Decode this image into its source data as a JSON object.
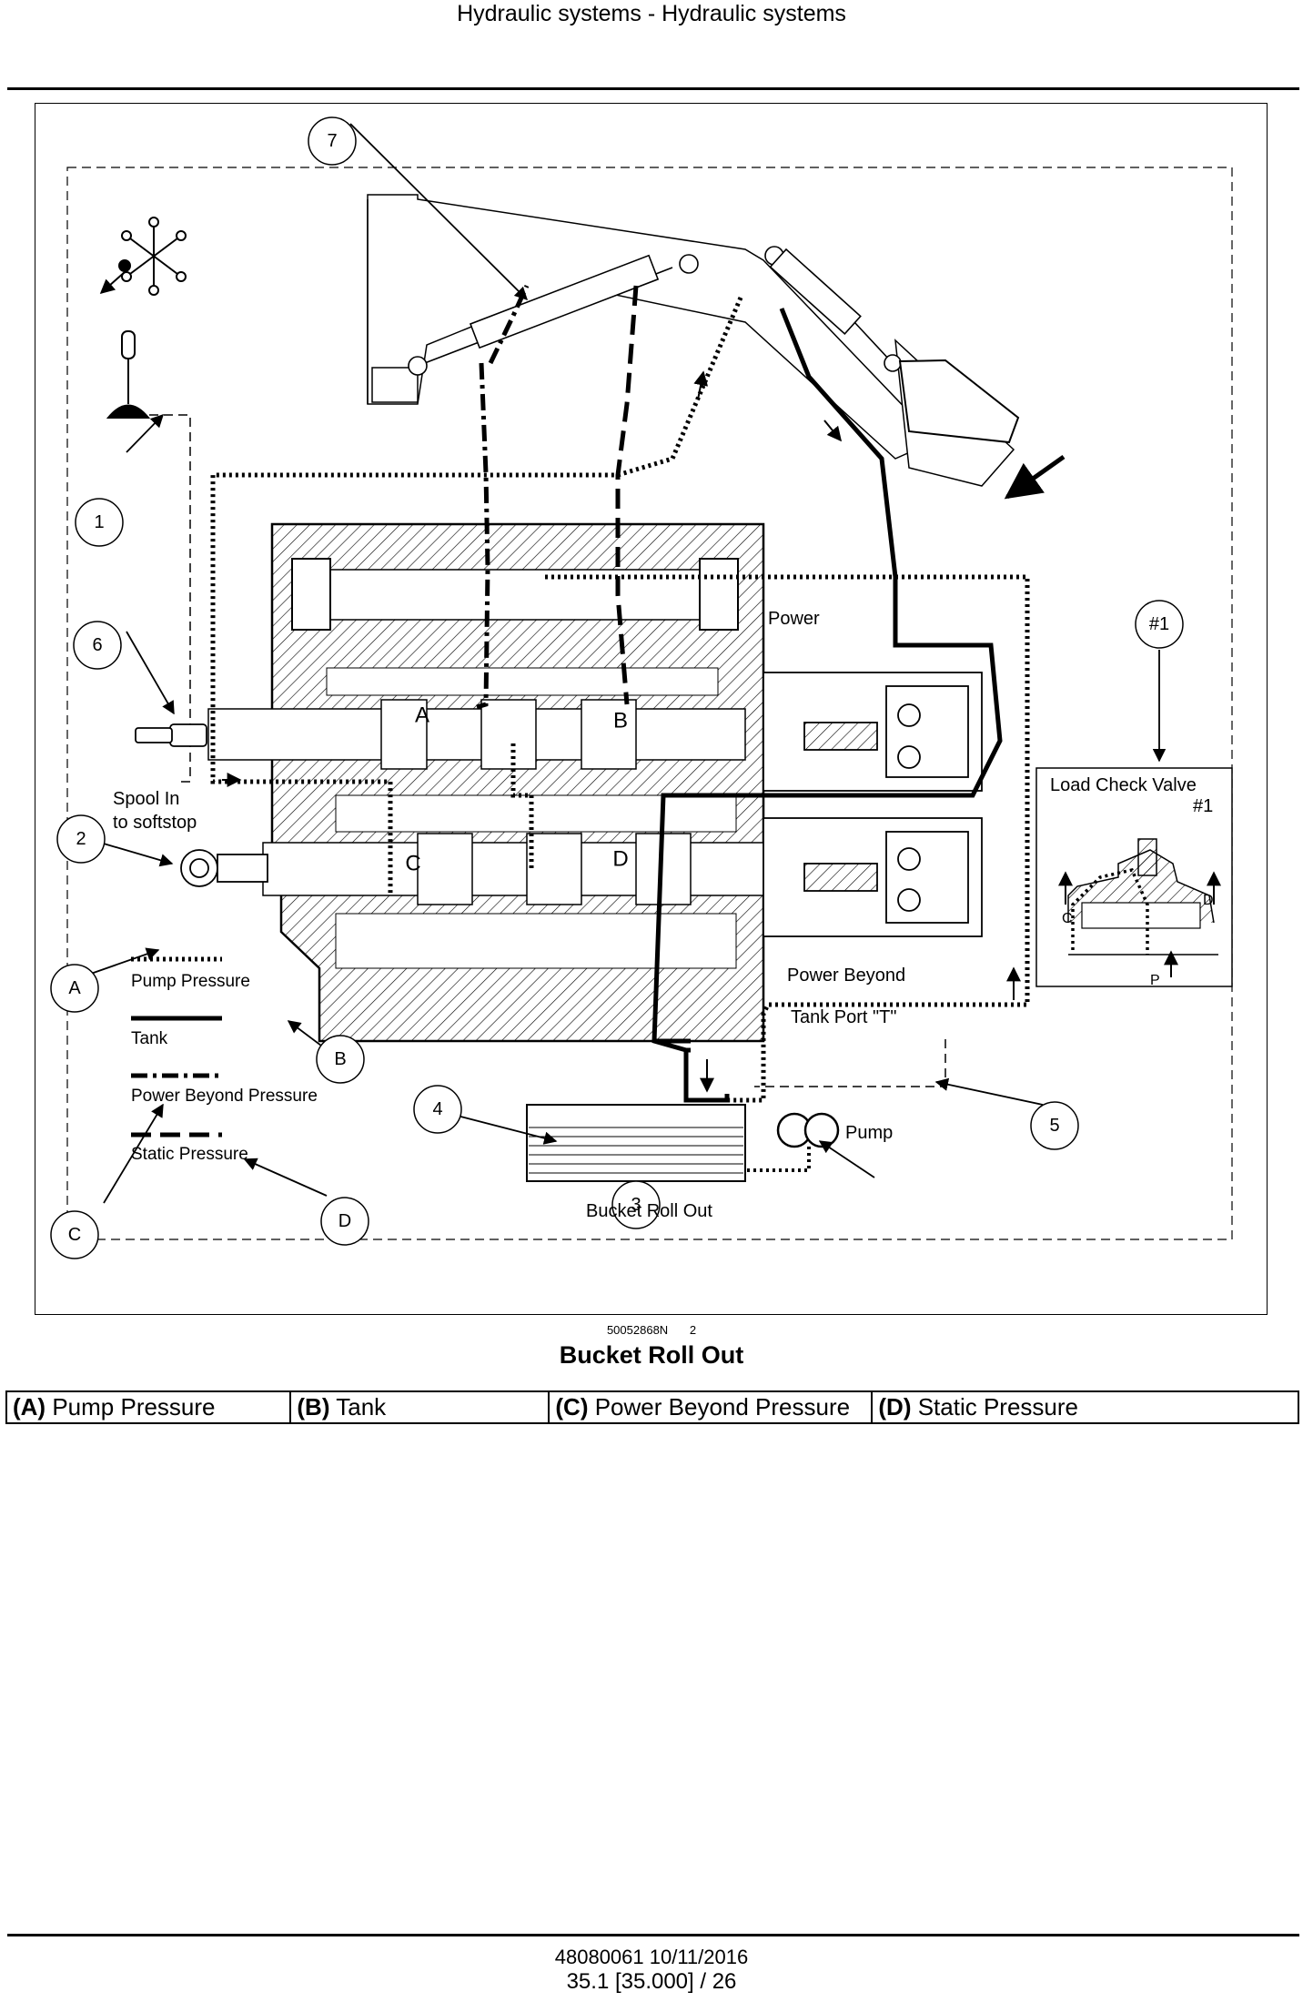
{
  "header": {
    "title": "Hydraulic systems - Hydraulic systems"
  },
  "figure": {
    "callouts": [
      "1",
      "2",
      "3",
      "4",
      "5",
      "6",
      "7",
      "#1",
      "A",
      "B",
      "C",
      "D"
    ],
    "labels": {
      "spool": "Spool In\nto softstop",
      "power": "Power",
      "power_beyond": "Power Beyond",
      "tank_port": "Tank Port \"T\"",
      "pump": "Pump",
      "bucket": "Bucket Roll Out",
      "load_check": "Load Check Valve",
      "load_check_num": "#1",
      "spool_a": "A",
      "spool_b": "B",
      "spool_c": "C",
      "spool_d": "D",
      "inset_c": "C",
      "inset_d": "D",
      "inset_p": "P"
    },
    "legend": {
      "pump_pressure": "Pump Pressure",
      "tank": "Tank",
      "power_beyond_pressure": "Power Beyond Pressure",
      "static_pressure": "Static Pressure"
    },
    "id": "50052868N",
    "number": "2",
    "caption": "Bucket Roll Out"
  },
  "legend_table": [
    {
      "key": "(A)",
      "label": "Pump Pressure"
    },
    {
      "key": "(B)",
      "label": "Tank"
    },
    {
      "key": "(C)",
      "label": "Power Beyond Pressure"
    },
    {
      "key": "(D)",
      "label": "Static Pressure"
    }
  ],
  "footer": {
    "doc": "48080061 10/11/2016",
    "page": "35.1 [35.000] / 26"
  }
}
